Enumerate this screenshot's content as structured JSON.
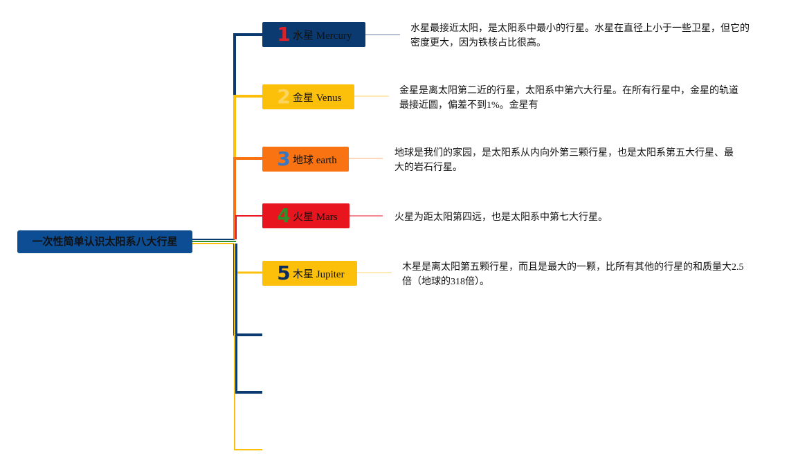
{
  "root": {
    "label": "一次性简单认识太阳系八大行星"
  },
  "planets": [
    {
      "num": "1",
      "label": "水星 Mercury",
      "color": "#0b3a70",
      "num_color": "#d8232a",
      "desc": "水星最接近太阳，是太阳系中最小的行星。水星在直径上小于一些卫星，但它的密度更大，因为铁核占比很高。"
    },
    {
      "num": "2",
      "label": "金星 Venus",
      "color": "#fcc00a",
      "num_color": "#fbd560",
      "desc": "金星是离太阳第二近的行星，太阳系中第六大行星。在所有行星中，金星的轨道最接近圆，偏差不到1%。金星有"
    },
    {
      "num": "3",
      "label": "地球 earth",
      "color": "#fa7312",
      "num_color": "#3a77c2",
      "desc": "地球是我们的家园，是太阳系从内向外第三颗行星，也是太阳系第五大行星、最大的岩石行星。"
    },
    {
      "num": "4",
      "label": "火星 Mars",
      "color": "#e8141e",
      "num_color": "#2f8f2a",
      "desc": "火星为距太阳第四远，也是太阳系中第七大行星。"
    },
    {
      "num": "5",
      "label": "木星 Jupiter",
      "color": "#fcc00a",
      "num_color": "#0c2960",
      "desc": "木星是离太阳第五颗行星，而且是最大的一颗，比所有其他的行星的和质量大2.5倍（地球的318倍）。"
    }
  ],
  "empty_branches": [
    {
      "color": "#0b3a70"
    },
    {
      "color": "#0b3a70"
    },
    {
      "color": "#fcc00a"
    }
  ]
}
